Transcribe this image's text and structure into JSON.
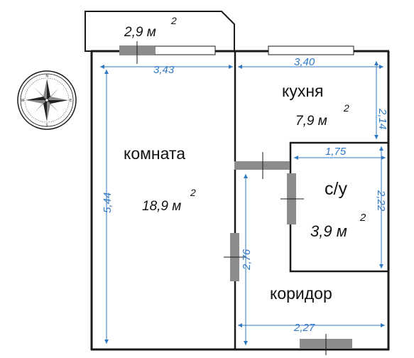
{
  "colors": {
    "wall": "#1a1a1a",
    "dimension": "#2f78c4",
    "door": "#8c8c8c",
    "background": "#ffffff"
  },
  "rooms": {
    "balcony": {
      "area": "2,9 м",
      "sup": "2"
    },
    "room": {
      "name": "комната",
      "area": "18,9 м",
      "sup": "2"
    },
    "kitchen": {
      "name": "кухня",
      "area": "7,9 м",
      "sup": "2"
    },
    "bathroom": {
      "name": "с/у",
      "area": "3,9 м",
      "sup": "2"
    },
    "corridor": {
      "name": "коридор"
    }
  },
  "dimensions": {
    "room_width": "3,43",
    "room_height": "5,44",
    "kitchen_width": "3,40",
    "kitchen_height": "2,14",
    "bath_width": "1,75",
    "bath_height": "2,22",
    "corridor_height": "2,76",
    "corridor_width": "2,27"
  },
  "compass": {
    "letters": [
      "N",
      "E",
      "S",
      "W"
    ]
  }
}
